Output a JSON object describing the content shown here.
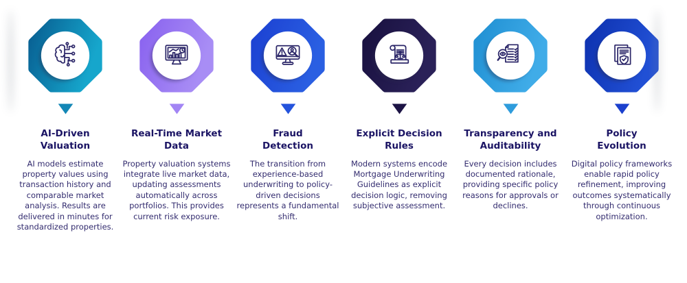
{
  "page": {
    "background_color": "#ffffff",
    "title_color": "#1b1464",
    "body_text_color": "#322b6e",
    "icon_stroke_color": "#2b2668"
  },
  "items": [
    {
      "id": "ai-driven-valuation",
      "icon": "brain-circuit-icon",
      "title_line1": "AI-Driven",
      "title_line2": "Valuation",
      "description": "AI models estimate property values using transaction history and comparable market analysis. Results are delivered in minutes for standardized properties.",
      "octagon_color_from": "#085f92",
      "octagon_color_to": "#16a6cc",
      "triangle_color": "#1387b6"
    },
    {
      "id": "real-time-market-data",
      "icon": "monitor-chart-icon",
      "title_line1": "Real-Time Market",
      "title_line2": "Data",
      "description": "Property valuation systems integrate live market data, updating assessments automatically across portfolios. This provides current risk exposure.",
      "octagon_color_from": "#8a63ef",
      "octagon_color_to": "#a88df5",
      "triangle_color": "#a285f4"
    },
    {
      "id": "fraud-detection",
      "icon": "fraud-alert-monitor-icon",
      "title_line1": "Fraud",
      "title_line2": "Detection",
      "description": "The transition from experience-based underwriting to policy-driven decisions represents a fundamental shift.",
      "octagon_color_from": "#1c41d2",
      "octagon_color_to": "#2a5fe2",
      "triangle_color": "#2453dc"
    },
    {
      "id": "explicit-decision-rules",
      "icon": "scroll-scales-icon",
      "title_line1": "Explicit Decision",
      "title_line2": "Rules",
      "description": "Modern systems encode Mortgage Underwriting Guidelines as explicit decision logic, removing subjective assessment.",
      "octagon_color_from": "#191140",
      "octagon_color_to": "#2a2158",
      "triangle_color": "#1d1445"
    },
    {
      "id": "transparency-and-auditability",
      "icon": "audit-checklist-icon",
      "title_line1": "Transparency and",
      "title_line2": "Auditability",
      "description": "Every decision includes documented rationale, providing specific policy reasons for approvals or declines.",
      "octagon_color_from": "#2090d3",
      "octagon_color_to": "#40ace8",
      "triangle_color": "#2e9cdc"
    },
    {
      "id": "policy-evolution",
      "icon": "policy-shield-icon",
      "title_line1": "Policy",
      "title_line2": "Evolution",
      "description": "Digital policy frameworks enable rapid policy refinement, improving outcomes systematically through continuous optimization.",
      "octagon_color_from": "#0e32b0",
      "octagon_color_to": "#2150d5",
      "triangle_color": "#1b40cd"
    }
  ]
}
